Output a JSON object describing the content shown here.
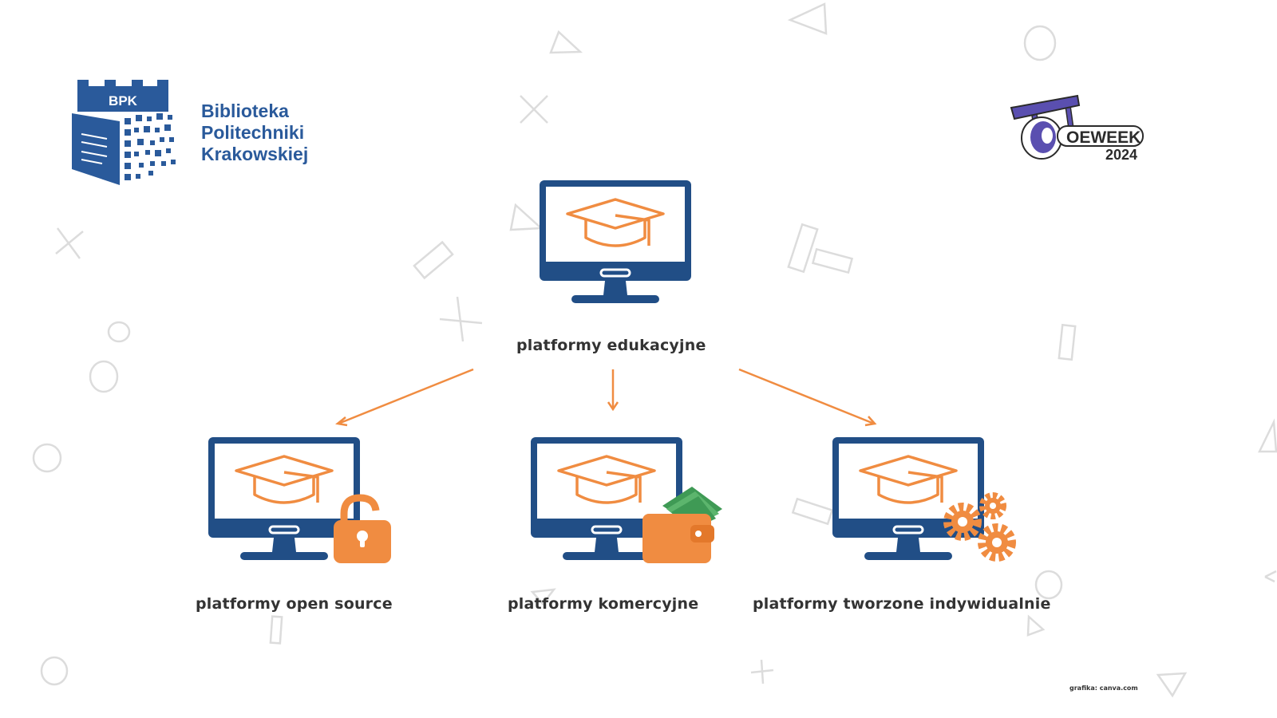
{
  "logo": {
    "badge": "BPK",
    "name_lines": [
      "Biblioteka",
      "Politechniki",
      "Krakowskiej"
    ],
    "color": "#2a5a9b"
  },
  "event_logo": {
    "name": "OEWEEK",
    "year": "2024",
    "color": "#5a4fb0"
  },
  "diagram": {
    "root": {
      "label": "platformy edukacyjne",
      "icon": "graduation-cap-monitor-icon"
    },
    "children": [
      {
        "label": "platformy open source",
        "icon": "open-padlock-icon"
      },
      {
        "label": "platformy komercyjne",
        "icon": "wallet-icon"
      },
      {
        "label": "platformy tworzone indywidualnie",
        "icon": "gears-icon"
      }
    ],
    "colors": {
      "accent": "#f08c41",
      "monitor": "#214e86"
    }
  },
  "credit": "grafika: canva.com"
}
